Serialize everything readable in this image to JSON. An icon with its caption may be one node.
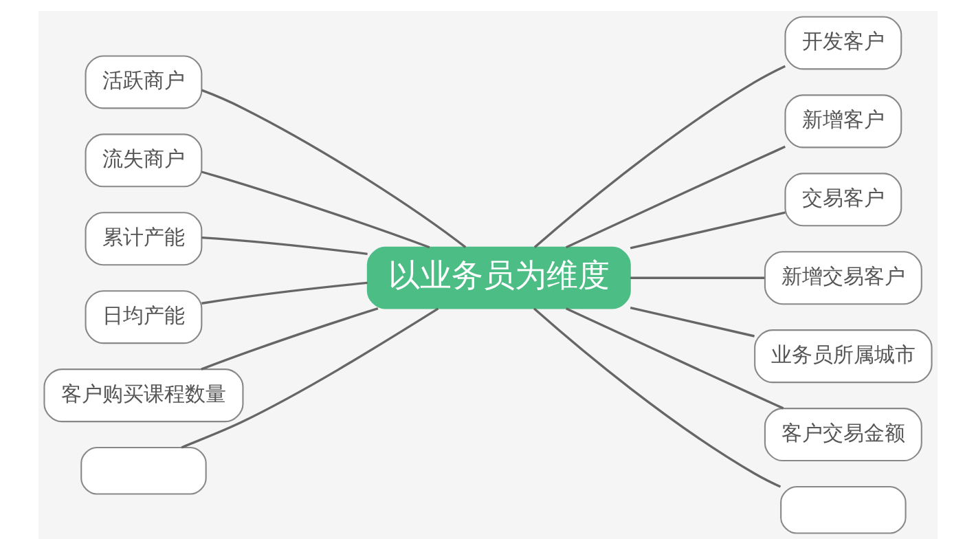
{
  "diagram": {
    "nodes": [
      {
        "text": [
          "以业务员为维度"
        ]
      },
      {
        "text": [
          "活跃商户"
        ]
      },
      {
        "text": [
          "流失商户"
        ]
      },
      {
        "text": [
          "累计产能"
        ]
      },
      {
        "text": [
          "日均产能"
        ]
      },
      {
        "text": [
          "客户购买课程数量"
        ]
      },
      {
        "text": [],
        "shape": "box"
      },
      {
        "text": [
          "开发客户"
        ]
      },
      {
        "text": [
          "新增客户"
        ]
      },
      {
        "text": [
          "交易客户"
        ]
      },
      {
        "text": [
          "新增交易客户"
        ]
      },
      {
        "text": [
          "业务员所属城市"
        ]
      },
      {
        "text": [
          "客户交易金额"
        ]
      },
      {
        "text": [],
        "shape": "box"
      }
    ],
    "edges": [
      {
        "from": 0,
        "to": 1,
        "arrow": "none"
      },
      {
        "from": 0,
        "to": 2,
        "arrow": "none"
      },
      {
        "from": 0,
        "to": 3,
        "arrow": "none"
      },
      {
        "from": 0,
        "to": 4,
        "arrow": "none"
      },
      {
        "from": 0,
        "to": 5,
        "arrow": "none"
      },
      {
        "from": 0,
        "to": 6,
        "arrow": "none"
      },
      {
        "from": 0,
        "to": 7,
        "arrow": "none"
      },
      {
        "from": 0,
        "to": 8,
        "arrow": "none"
      },
      {
        "from": 0,
        "to": 9,
        "arrow": "none"
      },
      {
        "from": 0,
        "to": 10,
        "arrow": "none"
      },
      {
        "from": 0,
        "to": 11,
        "arrow": "none"
      },
      {
        "from": 0,
        "to": 12,
        "arrow": "none"
      },
      {
        "from": 0,
        "to": 13,
        "arrow": "none"
      }
    ]
  }
}
